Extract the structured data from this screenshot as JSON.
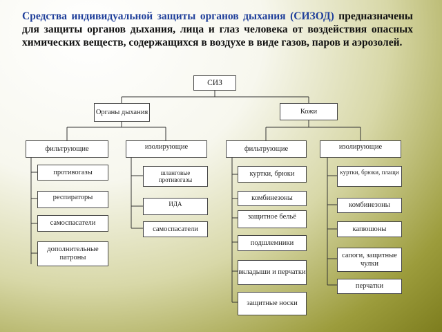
{
  "intro": {
    "lead": "Средства индивидуальной защиты органов дыхания (СИЗОД)",
    "rest": " предназначены для защиты органов дыхания, лица и глаз человека от воздействия опасных химических веществ, содержащихся в воздухе в виде газов, паров и аэрозолей."
  },
  "diagram": {
    "root": "СИЗ",
    "respiratory": "Органы дыхания",
    "skin": "Кожи",
    "resp_filtering": {
      "label": "фильтрующие",
      "items": [
        "противогазы",
        "респираторы",
        "самоспасатели",
        "дополнительные патроны"
      ]
    },
    "resp_isolating": {
      "label": "изолирующие",
      "items": [
        "шланговые противогазы",
        "ИДА",
        "самоспасатели"
      ]
    },
    "skin_filtering": {
      "label": "фильтрующие",
      "items": [
        "куртки, брюки",
        "комбинезоны",
        "защитное бельё",
        "подшлемники",
        "вкладыши и перчатки",
        "защитные носки"
      ]
    },
    "skin_isolating": {
      "label": "изолирующие",
      "items": [
        "куртки, брюки, плащи",
        "комбинезоны",
        "капюшоны",
        "сапоги, защитные чулки",
        "перчатки"
      ]
    }
  }
}
